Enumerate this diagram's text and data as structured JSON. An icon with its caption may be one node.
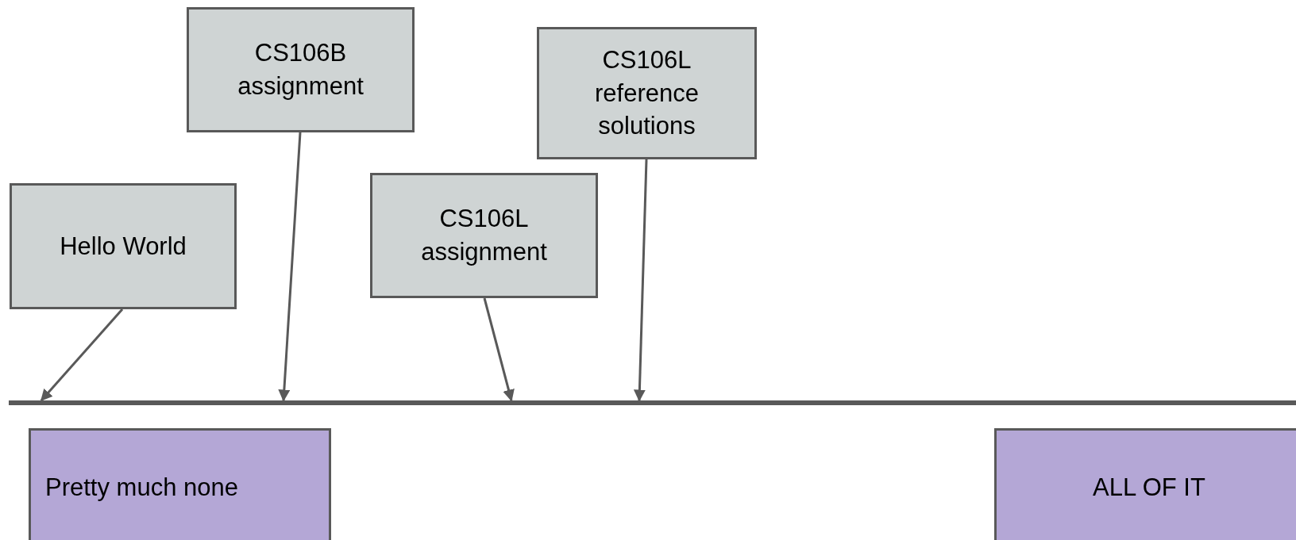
{
  "diagram": {
    "nodes": [
      {
        "text": [
          "CS106B assignment"
        ]
      },
      {
        "text": [
          "CS106L reference solutions"
        ]
      },
      {
        "text": [
          "Hello World"
        ]
      },
      {
        "text": [
          "CS106L assignment"
        ]
      },
      {
        "text": [],
        "shape": "bar"
      },
      {
        "text": [
          "Pretty much none"
        ]
      },
      {
        "text": [
          "ALL OF IT"
        ]
      }
    ],
    "edges": [
      {
        "from": 2,
        "to": 4,
        "arrow": "to"
      },
      {
        "from": 0,
        "to": 4,
        "arrow": "to"
      },
      {
        "from": 3,
        "to": 4,
        "arrow": "to"
      },
      {
        "from": 1,
        "to": 4,
        "arrow": "to"
      }
    ]
  }
}
